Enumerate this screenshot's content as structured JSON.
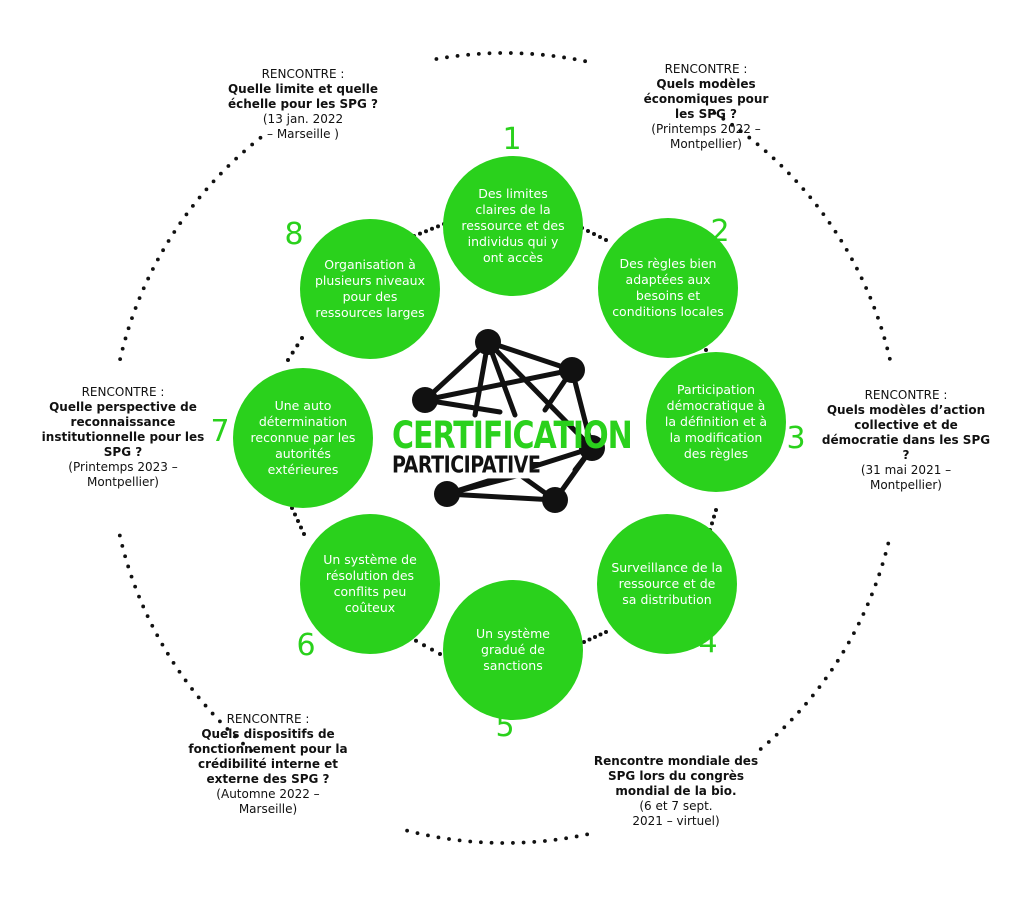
{
  "principles": [
    {
      "number": "1",
      "text": "Des limites claires de la ressource et des individus qui y ont accès"
    },
    {
      "number": "2",
      "text": "Des règles bien adaptées aux besoins et conditions locales"
    },
    {
      "number": "3",
      "text": "Participation démocratique à la définition et à la modification des règles"
    },
    {
      "number": "4",
      "text": "Surveillance de la ressource et de sa distribution"
    },
    {
      "number": "5",
      "text": "Un système gradué de sanctions"
    },
    {
      "number": "6",
      "text": "Un système de résolution des conflits peu coûteux"
    },
    {
      "number": "7",
      "text": "Une auto détermination reconnue par les autorités extérieures"
    },
    {
      "number": "8",
      "text": "Organisation à plusieurs niveaux pour des ressources larges"
    }
  ],
  "logo": {
    "line1": "CERTIFICATION",
    "line2": "PARTICIPATIVE"
  },
  "meetings": [
    {
      "label": "RENCONTRE :",
      "question": "Quelle limite et quelle échelle pour les SPG ?",
      "details": "(13 jan. 2022 – Marseille )"
    },
    {
      "label": "RENCONTRE :",
      "question": "Quels modèles économiques pour les SPG ?",
      "details": "(Printemps 2022 – Montpellier)"
    },
    {
      "label": "RENCONTRE :",
      "question": "Quels modèles d’action collective et de démocratie dans les SPG ?",
      "details": "(31 mai 2021 – Montpellier)"
    },
    {
      "label": "",
      "question": "Rencontre mondiale des SPG lors du congrès mondial de la bio.",
      "details": "(6 et 7 sept. 2021 – virtuel)"
    },
    {
      "label": "RENCONTRE :",
      "question": "Quels dispositifs de fonctionnement pour la crédibilité interne et externe des SPG ?",
      "details": "(Automne 2022 – Marseille)"
    },
    {
      "label": "RENCONTRE :",
      "question": "Quelle perspective de reconnaissance institutionnelle pour les SPG ?",
      "details": "(Printemps 2023 – Montpellier)"
    }
  ],
  "colors": {
    "green": "#2ad11c",
    "dark": "#111111",
    "white": "#ffffff"
  }
}
